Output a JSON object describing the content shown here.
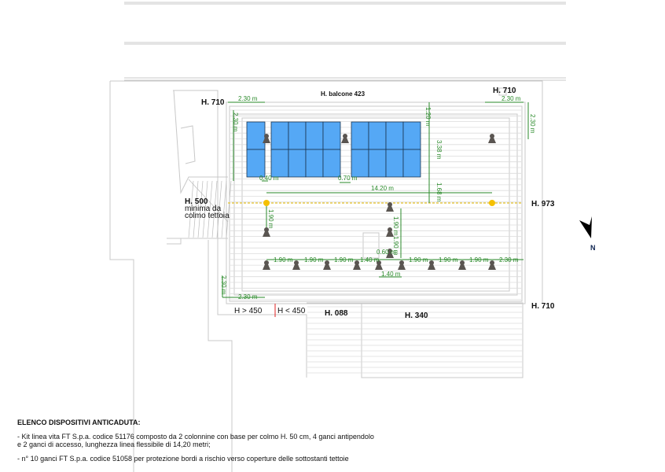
{
  "labels": {
    "h710_left": "H. 710",
    "h_balcone": "H. balcone 423",
    "h710_top_right": "H. 710",
    "h500": [
      "H. 500",
      "minima da",
      "colmo tettoia"
    ],
    "h973": "H. 973",
    "h710_bottom_right": "H. 710",
    "h_gt_450": "H > 450",
    "h_lt_450": "H < 450",
    "h088": "H. 088",
    "h340": "H. 340",
    "north": "N"
  },
  "dimensions": {
    "top_left_h": "2.30 m",
    "top_left_v": "2.30 m",
    "top_right_h": "2.30 m",
    "top_right_v": "2.30 m",
    "v_120": "1.20 m",
    "v_338": "3.38 m",
    "v_168": "1.68 m",
    "gap_040": "0.40 m",
    "gap_070": "0.70 m",
    "line_1420": "14.20 m",
    "left_v_190": "1.90 m",
    "center_v_190a": "1.90 m",
    "center_v_190b": "1.90 m",
    "gap_060": "0.60 m",
    "row": [
      "1.90 m",
      "1.90 m",
      "1.90 m",
      "1.40 m",
      "1.90 m",
      "1.90 m",
      "1.90 m",
      "2.30 m"
    ],
    "bottom_140": "1.40 m",
    "bottom_left_v": "2.30 m",
    "bottom_left_h": "2.30 m"
  },
  "legend": {
    "title": "ELENCO DISPOSITIVI ANTICADUTA:",
    "item1_line1": "- Kit linea vita FT S.p.a. codice 51176 composto da 2 colonnine con base per colmo H. 50 cm, 4 ganci antipendolo",
    "item1_line2": "e 2 ganci di accesso, lunghezza linea flessibile di 14,20 metri;",
    "item2": "- n° 10 ganci FT S.p.a. codice 51058 per protezione bordi a rischio verso coperture delle sottostanti tettoie"
  },
  "colors": {
    "panel": "#55a8f5",
    "dimension": "#2a8a2a",
    "hook": "#5a5551",
    "column": "#f5c000",
    "outline": "#c8c8c8"
  }
}
